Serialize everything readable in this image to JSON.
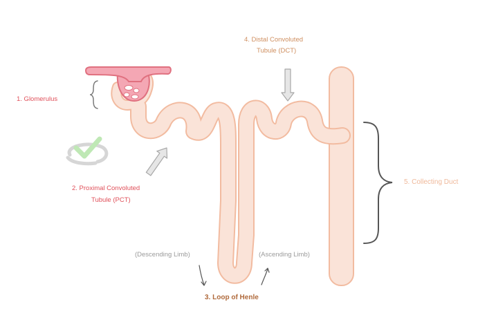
{
  "labels": {
    "glomerulus": "1. Glomerulus",
    "pct_line1": "2. Proximal Convoluted",
    "pct_line2": "Tubule (PCT)",
    "loop": "3. Loop of Henle",
    "dct_line1": "4. Distal Convoluted",
    "dct_line2": "Tubule (DCT)",
    "collecting": "5. Collecting Duct",
    "descending": "(Descending Limb)",
    "ascending": "(Ascending Limb)"
  },
  "colors": {
    "tubule_fill": "#fae3d8",
    "tubule_stroke": "#f2bba0",
    "glomerulus_fill": "#f4a7b4",
    "glomerulus_stroke": "#e0707f",
    "bracket": "#555555",
    "arrow_fill": "#e6e6e6",
    "arrow_stroke": "#a8a8a8",
    "check": "#bfe8b5"
  }
}
